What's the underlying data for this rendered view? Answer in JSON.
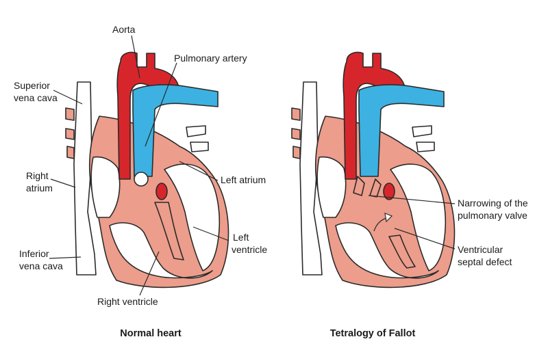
{
  "normal": {
    "caption": "Normal heart",
    "labels": {
      "aorta": "Aorta",
      "pulmonary_artery": "Pulmonary artery",
      "svc_1": "Superior",
      "svc_2": "vena cava",
      "ra_1": "Right",
      "ra_2": "atrium",
      "ivc_1": "Inferior",
      "ivc_2": "vena cava",
      "la": "Left atrium",
      "lv_1": "Left",
      "lv_2": "ventricle",
      "rv": "Right ventricle"
    }
  },
  "tof": {
    "caption": "Tetralogy of Fallot",
    "labels": {
      "narrow_1": "Narrowing of the",
      "narrow_2": "pulmonary valve",
      "vsd_1": "Ventricular",
      "vsd_2": "septal defect"
    }
  },
  "colors": {
    "oxygenated": "#d6262c",
    "deoxygenated": "#3cb1e2",
    "wall": "#ec9d8b"
  }
}
